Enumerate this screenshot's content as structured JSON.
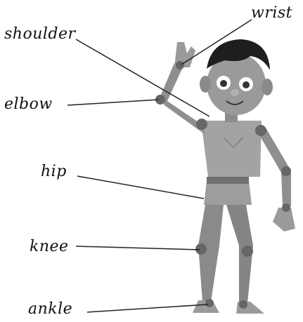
{
  "labels": {
    "wrist": "wrist",
    "shoulder": "shoulder",
    "elbow": "elbow",
    "hip": "hip",
    "knee": "knee",
    "ankle": "ankle"
  },
  "colors": {
    "body_gray": "#8c8c8c",
    "body_light": "#a3a3a3",
    "joint": "#666666",
    "hair": "#1e1e1e",
    "leader_line": "#222222"
  }
}
